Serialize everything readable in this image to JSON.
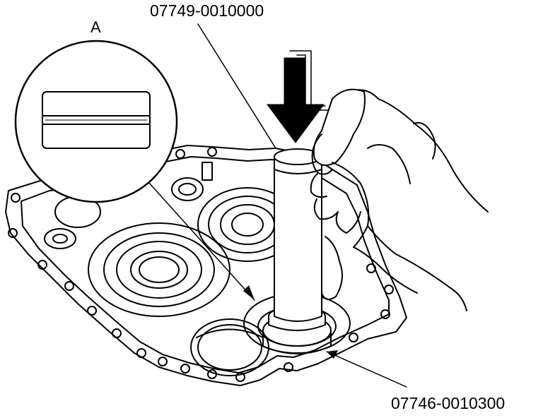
{
  "labels": {
    "tool_top": "07749-0010000",
    "tool_bottom": "07746-0010300",
    "detail": "A"
  },
  "colors": {
    "ink": "#000000",
    "paper": "#ffffff"
  }
}
